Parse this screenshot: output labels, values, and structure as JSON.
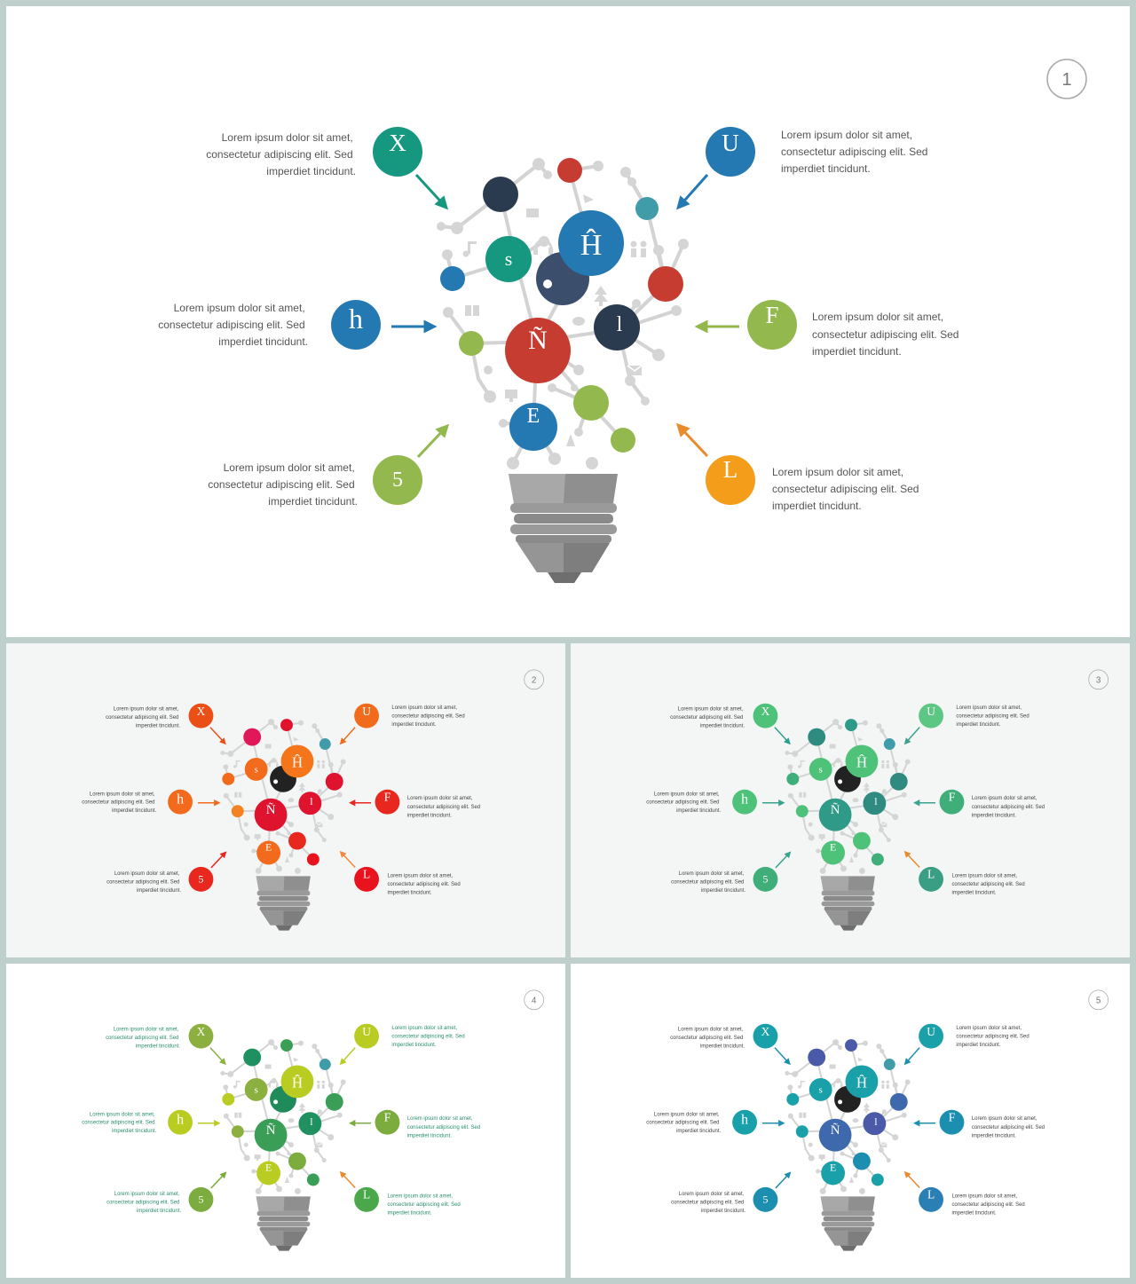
{
  "text": {
    "line1": "Lorem ipsum dolor sit amet,",
    "line2": "consectetur adipiscing elit. Sed",
    "line3": "imperdiet tincidunt."
  },
  "letters": {
    "X": "X",
    "U": "U",
    "h": "h",
    "F": "F",
    "five": "5",
    "L": "L",
    "s": "s",
    "H": "Ĥ",
    "N": "Ñ",
    "l": "l",
    "E": "E"
  },
  "icons": [
    "music-note-icon",
    "headphones-icon",
    "people-icon",
    "book-icon",
    "tree-icon",
    "leaf-icon",
    "mail-icon",
    "apple-icon",
    "monitor-icon",
    "rocket-icon",
    "camera-icon",
    "cloud-icon"
  ],
  "slides": [
    {
      "number": "1",
      "colors": {
        "callout_X": "#16977f",
        "callout_U": "#2479b3",
        "callout_h": "#2479b3",
        "callout_F": "#93b84d",
        "callout_5": "#93b84d",
        "callout_L": "#f49d1a",
        "arrow_X": "#16977f",
        "arrow_U": "#2479b3",
        "arrow_h": "#2479b3",
        "arrow_F": "#93b84d",
        "arrow_5": "#93b84d",
        "arrow_L": "#e98b2d",
        "bulb_s": "#16977f",
        "bulb_H": "#2479b3",
        "bulb_N": "#c63c30",
        "bulb_l": "#2a3a4f",
        "bulb_E": "#2479b3",
        "dark_top": "#2a3a4f",
        "dark_center": "#3b4e6b",
        "red_top": "#c63c30",
        "teal_small": "#3f9ca8",
        "red_right": "#c63c30",
        "blue_small": "#2479b3",
        "green_left": "#93b84d",
        "green_mid": "#93b84d",
        "green_bottom": "#93b84d",
        "text": "#555555"
      }
    },
    {
      "number": "2",
      "colors": {
        "callout_X": "#ea4f16",
        "callout_U": "#f26a1b",
        "callout_h": "#f26a1b",
        "callout_F": "#e8281e",
        "callout_5": "#e8281e",
        "callout_L": "#e8131d",
        "arrow_X": "#ea4f16",
        "arrow_U": "#f26a1b",
        "arrow_h": "#f26a1b",
        "arrow_F": "#e8281e",
        "arrow_5": "#e8281e",
        "arrow_L": "#f08a3a",
        "bulb_s": "#f26a1b",
        "bulb_H": "#f5751a",
        "bulb_N": "#e0132f",
        "bulb_l": "#e0132f",
        "bulb_E": "#f26a1b",
        "dark_top": "#e0185a",
        "dark_center": "#222222",
        "red_top": "#e0132f",
        "teal_small": "#3f9ca8",
        "red_right": "#e0132f",
        "blue_small": "#f26a1b",
        "green_left": "#f58220",
        "green_mid": "#e8281e",
        "green_bottom": "#e8131d",
        "text": "#444444"
      }
    },
    {
      "number": "3",
      "colors": {
        "callout_X": "#4fc27a",
        "callout_U": "#5cc782",
        "callout_h": "#4fc27a",
        "callout_F": "#3fae78",
        "callout_5": "#3fae78",
        "callout_L": "#3a9e85",
        "arrow_X": "#2aa08a",
        "arrow_U": "#3aa38f",
        "arrow_h": "#3aa38f",
        "arrow_F": "#3aa38f",
        "arrow_5": "#3aa38f",
        "arrow_L": "#e98b2d",
        "bulb_s": "#4fc27a",
        "bulb_H": "#4fc27a",
        "bulb_N": "#2f9a88",
        "bulb_l": "#2f8a80",
        "bulb_E": "#4fc27a",
        "dark_top": "#2f8a80",
        "dark_center": "#222222",
        "red_top": "#2f9a88",
        "teal_small": "#3f9ca8",
        "red_right": "#2f8a80",
        "blue_small": "#3fae78",
        "green_left": "#4fc27a",
        "green_mid": "#4fc27a",
        "green_bottom": "#3fae78",
        "text": "#444444"
      }
    },
    {
      "number": "4",
      "colors": {
        "callout_X": "#8cb040",
        "callout_U": "#b9cc22",
        "callout_h": "#b9cc22",
        "callout_F": "#7cab3e",
        "callout_5": "#7cab3e",
        "callout_L": "#4aa84a",
        "arrow_X": "#8cb040",
        "arrow_U": "#b9cc22",
        "arrow_h": "#b9cc22",
        "arrow_F": "#7cab3e",
        "arrow_5": "#7cab3e",
        "arrow_L": "#e98b2d",
        "bulb_s": "#8cb040",
        "bulb_H": "#b9cc22",
        "bulb_N": "#3a9e57",
        "bulb_l": "#1f9160",
        "bulb_E": "#b9cc22",
        "dark_top": "#1f9160",
        "dark_center": "#1f8a5a",
        "red_top": "#3a9e57",
        "teal_small": "#3f9ca8",
        "red_right": "#3a9e57",
        "blue_small": "#b9cc22",
        "green_left": "#8cb040",
        "green_mid": "#7cab3e",
        "green_bottom": "#3a9e57",
        "text": "#2a8f6c"
      }
    },
    {
      "number": "5",
      "colors": {
        "callout_X": "#1aa0a8",
        "callout_U": "#1aa0a8",
        "callout_h": "#1aa0a8",
        "callout_F": "#1c8fb0",
        "callout_5": "#1c8fb0",
        "callout_L": "#2a7fb5",
        "arrow_X": "#1c8fb0",
        "arrow_U": "#1c8fb0",
        "arrow_h": "#1c8fb0",
        "arrow_F": "#1c8fb0",
        "arrow_5": "#1c8fb0",
        "arrow_L": "#e98b2d",
        "bulb_s": "#1aa0a8",
        "bulb_H": "#1aa0a8",
        "bulb_N": "#3f69ad",
        "bulb_l": "#4a5aa8",
        "bulb_E": "#1aa0a8",
        "dark_top": "#4a5aa8",
        "dark_center": "#222222",
        "red_top": "#4a5aa8",
        "teal_small": "#3f9ca8",
        "red_right": "#3f69ad",
        "blue_small": "#1aa0a8",
        "green_left": "#1aa0a8",
        "green_mid": "#1c8fb0",
        "green_bottom": "#1aa0a8",
        "text": "#444444"
      }
    }
  ]
}
